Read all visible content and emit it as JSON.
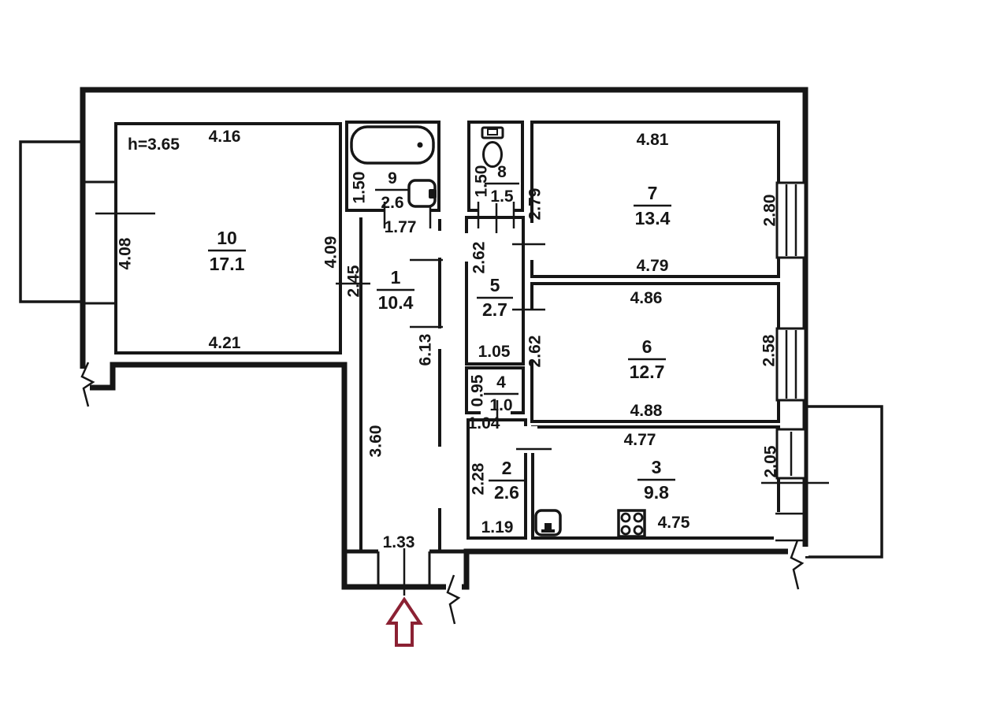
{
  "plan": {
    "height_note": "h=3.65",
    "background_color": "#ffffff",
    "ink_color": "#161616",
    "entrance_arrow_color": "#8b2133",
    "rooms": {
      "r1": {
        "number": "1",
        "area": "10.4",
        "dim_top": "1.77",
        "dim_left_upper": "2.45",
        "dim_right": "6.13",
        "dim_left_lower": "3.60",
        "dim_entrance": "1.33"
      },
      "r2": {
        "number": "2",
        "area": "2.6",
        "dim_left": "2.28",
        "dim_bottom": "1.19"
      },
      "r3": {
        "number": "3",
        "area": "9.8",
        "dim_top": "4.77",
        "dim_bottom": "4.75",
        "dim_right": "2.05"
      },
      "r4": {
        "number": "4",
        "area": "1.0",
        "dim_left": "0.95",
        "dim_bottom": "1.04"
      },
      "r5": {
        "number": "5",
        "area": "2.7",
        "dim_left": "2.62",
        "dim_bottom": "1.05"
      },
      "r6": {
        "number": "6",
        "area": "12.7",
        "dim_top": "4.86",
        "dim_bottom": "4.88",
        "dim_left": "2.62",
        "dim_right": "2.58"
      },
      "r7": {
        "number": "7",
        "area": "13.4",
        "dim_top": "4.81",
        "dim_bottom": "4.79",
        "dim_left": "2.79",
        "dim_right": "2.80"
      },
      "r8": {
        "number": "8",
        "area": "1.5",
        "dim_left": "1.50"
      },
      "r9": {
        "number": "9",
        "area": "2.6",
        "dim_left": "1.50"
      },
      "r10": {
        "number": "10",
        "area": "17.1",
        "dim_top": "4.16",
        "dim_bottom": "4.21",
        "dim_left": "4.08",
        "dim_right": "4.09"
      }
    },
    "icons": {
      "bathtub": "bathtub-icon",
      "bath_sink": "sink-icon",
      "toilet": "toilet-icon",
      "kitchen_sink": "sink-icon",
      "stove": "stove-icon",
      "entrance": "entrance-arrow-icon"
    }
  }
}
